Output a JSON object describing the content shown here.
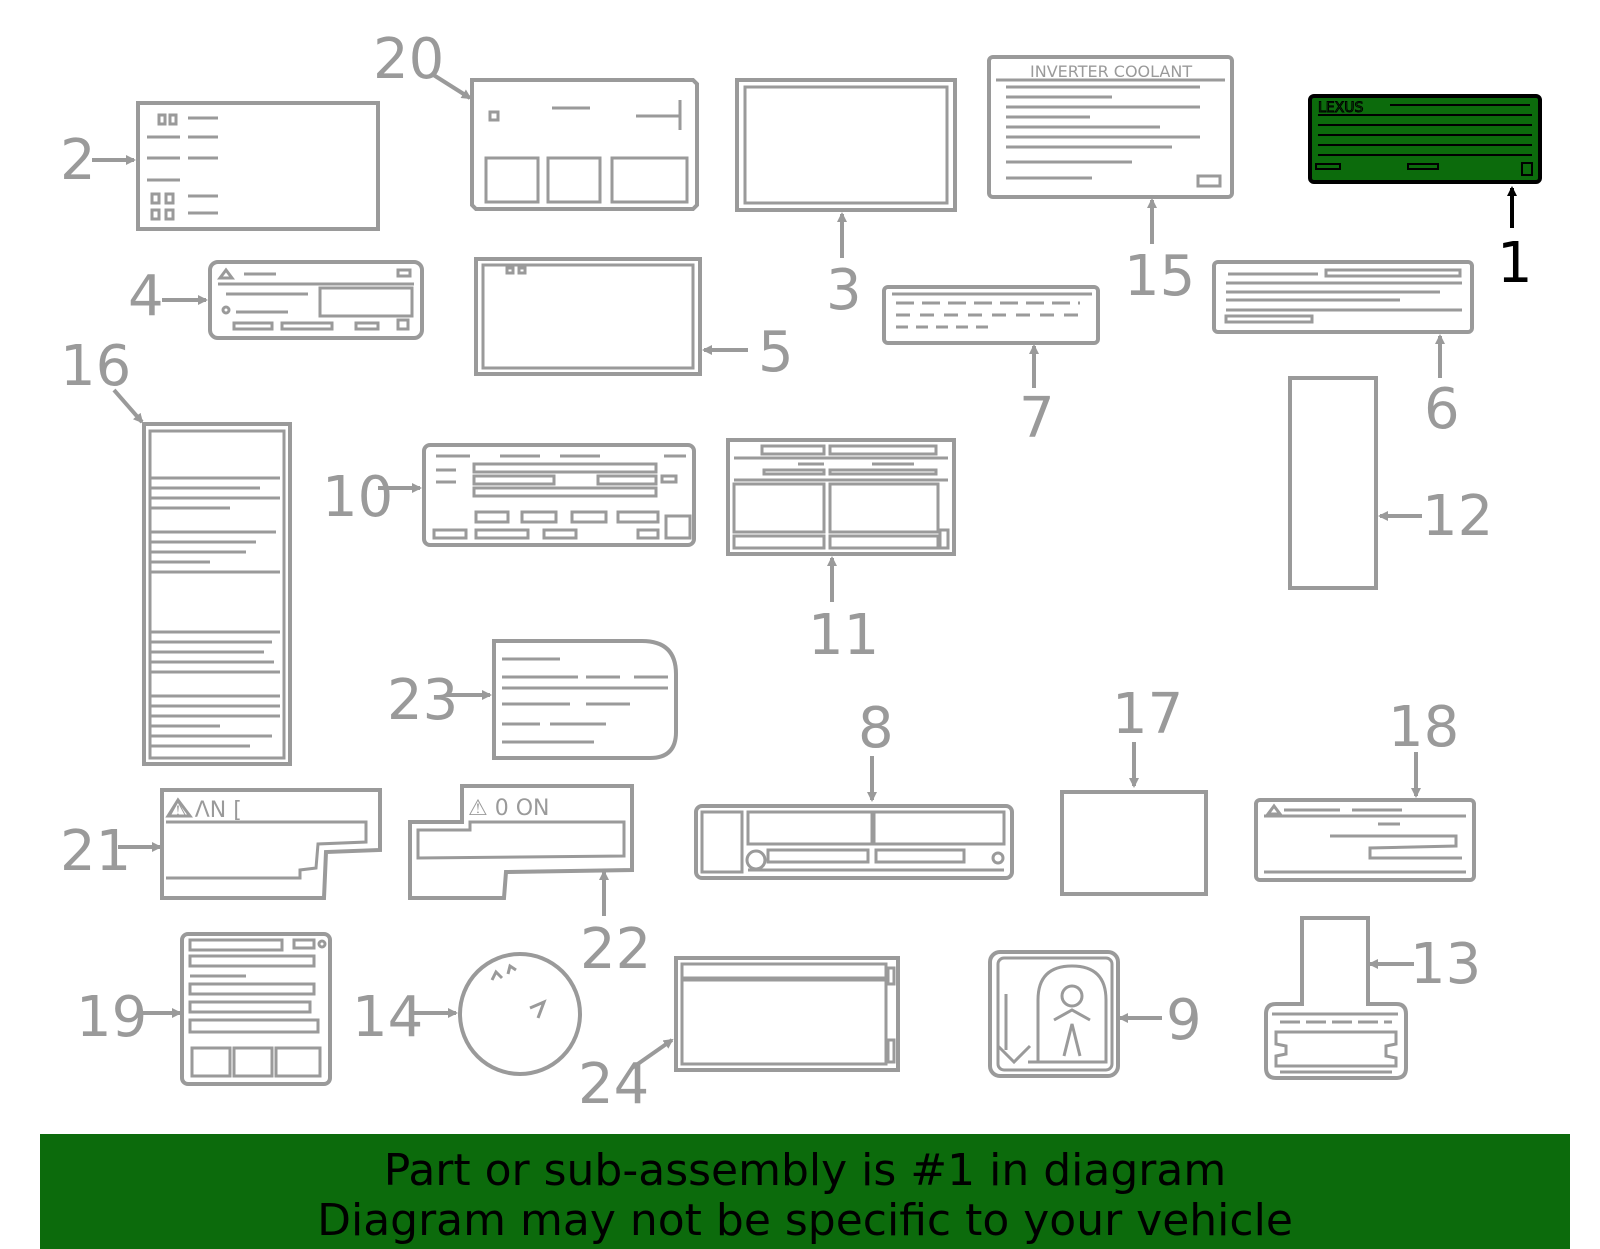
{
  "diagram": {
    "selected_part": "1",
    "callouts": [
      "1",
      "2",
      "3",
      "4",
      "5",
      "6",
      "7",
      "8",
      "9",
      "10",
      "11",
      "12",
      "13",
      "14",
      "15",
      "16",
      "17",
      "18",
      "19",
      "20",
      "21",
      "22",
      "23",
      "24"
    ],
    "label_texts": {
      "inverter_coolant": "INVERTER COOLANT",
      "lexus_logo": "LEXUS",
      "label_21_text": "⚠ ΛN [",
      "label_22_text": "⚠ 0 ON"
    },
    "colors": {
      "highlight": "#0c6b0c",
      "parts": "#9a9a9a",
      "selected_outline": "#000000"
    }
  },
  "banner": {
    "line1": "Part or sub-assembly is #1 in diagram",
    "line2": "Diagram may not be specific to your vehicle"
  }
}
